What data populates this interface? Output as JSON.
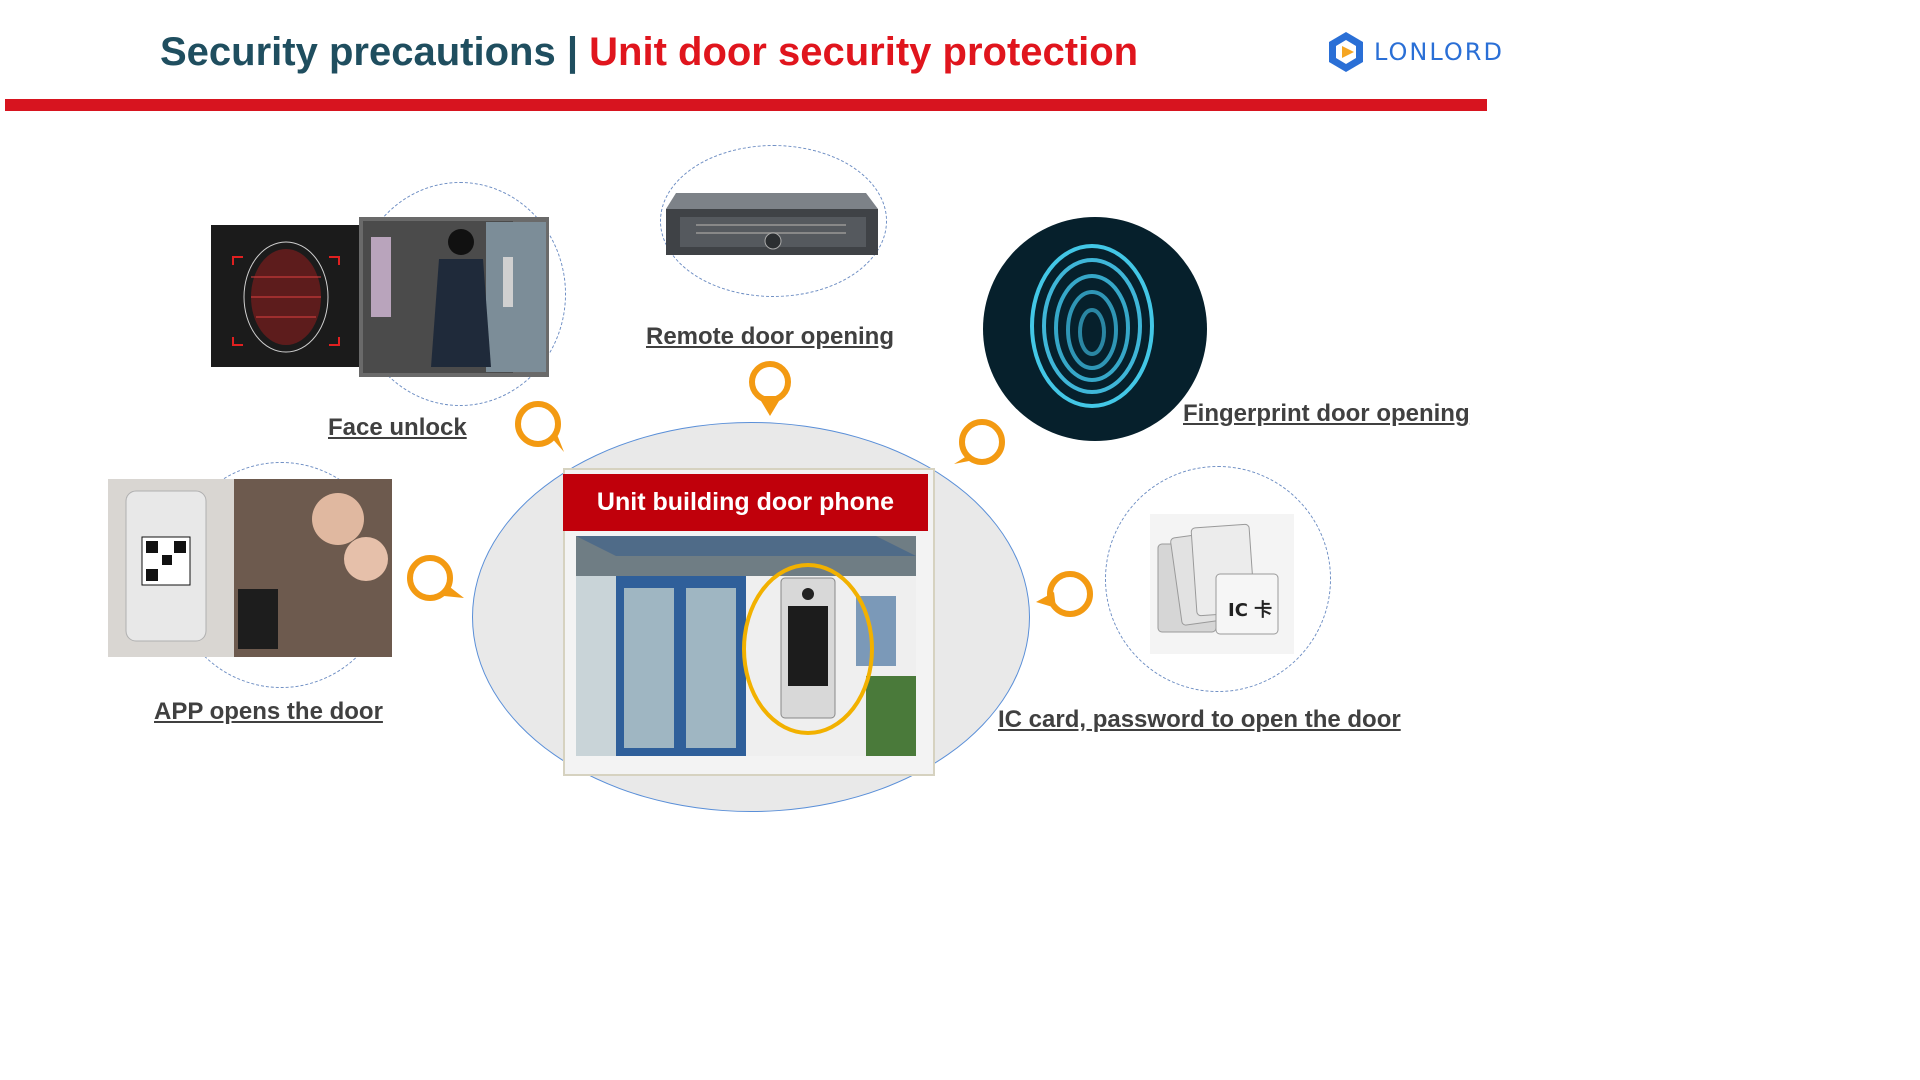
{
  "header": {
    "title_part1": "Security precautions",
    "separator": "|",
    "title_part2": "Unit door security protection",
    "logo_text": "LONLORD"
  },
  "center": {
    "title": "Unit building door phone"
  },
  "features": [
    {
      "label": "Face unlock",
      "icon": "face-recognition-icon"
    },
    {
      "label": "Remote door opening",
      "icon": "server-icon"
    },
    {
      "label": "Fingerprint door opening",
      "icon": "fingerprint-icon"
    },
    {
      "label": "APP opens the door",
      "icon": "qr-phone-icon"
    },
    {
      "label": "IC card, password to open the door",
      "icon": "ic-card-icon"
    }
  ],
  "ic_card_text": "IC 卡",
  "colors": {
    "title_dark": "#1f4e5f",
    "title_red": "#e0151d",
    "bar_red": "#d7141f",
    "header_red": "#c0000b",
    "marker_orange": "#f39a12",
    "logo_blue": "#2a6fd6"
  }
}
